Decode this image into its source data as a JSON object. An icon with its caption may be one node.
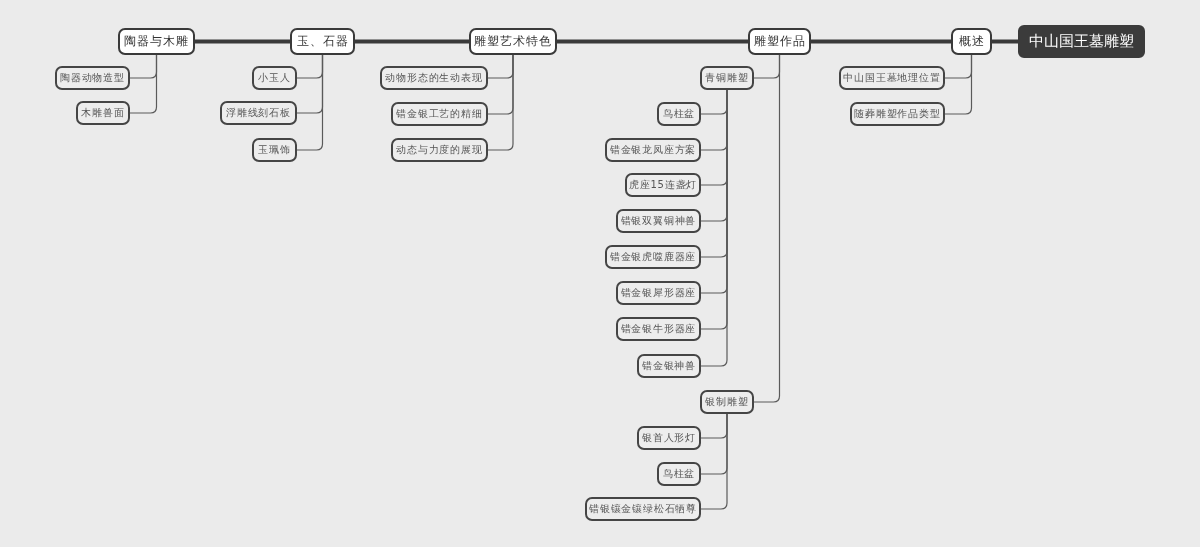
{
  "diagram": {
    "nodes": [
      {
        "text": [
          "中山国王墓雕塑"
        ]
      },
      {
        "text": [
          "概述"
        ]
      },
      {
        "text": [
          "中山国王墓地理位置"
        ]
      },
      {
        "text": [
          "随葬雕塑作品类型"
        ]
      },
      {
        "text": [
          "雕塑作品"
        ]
      },
      {
        "text": [
          "青铜雕塑"
        ]
      },
      {
        "text": [
          "鸟柱盆"
        ]
      },
      {
        "text": [
          "错金银龙凤座方案"
        ]
      },
      {
        "text": [
          "虎座15连盏灯"
        ]
      },
      {
        "text": [
          "错银双翼铜神兽"
        ]
      },
      {
        "text": [
          "错金银虎噬鹿器座"
        ]
      },
      {
        "text": [
          "错金银犀形器座"
        ]
      },
      {
        "text": [
          "错金银牛形器座"
        ]
      },
      {
        "text": [
          "错金银神兽"
        ]
      },
      {
        "text": [
          "银制雕塑"
        ]
      },
      {
        "text": [
          "银首人形灯"
        ]
      },
      {
        "text": [
          "鸟柱盆"
        ]
      },
      {
        "text": [
          "错银镶金镶绿松石牺尊"
        ]
      },
      {
        "text": [
          "雕塑艺术特色"
        ]
      },
      {
        "text": [
          "动物形态的生动表现"
        ]
      },
      {
        "text": [
          "错金银工艺的精细"
        ]
      },
      {
        "text": [
          "动态与力度的展现"
        ]
      },
      {
        "text": [
          "玉、石器"
        ]
      },
      {
        "text": [
          "小玉人"
        ]
      },
      {
        "text": [
          "浮雕线刻石板"
        ]
      },
      {
        "text": [
          "玉珮饰"
        ]
      },
      {
        "text": [
          "陶器与木雕"
        ]
      },
      {
        "text": [
          "陶器动物造型"
        ]
      },
      {
        "text": [
          "木雕兽面"
        ]
      }
    ],
    "edges": [
      {
        "from": 0,
        "to": 1,
        "arrow": "none",
        "style": "thick"
      },
      {
        "from": 1,
        "to": 4,
        "arrow": "none",
        "style": "thick"
      },
      {
        "from": 4,
        "to": 18,
        "arrow": "none",
        "style": "thick"
      },
      {
        "from": 18,
        "to": 22,
        "arrow": "none",
        "style": "thick"
      },
      {
        "from": 22,
        "to": 26,
        "arrow": "none",
        "style": "thick"
      },
      {
        "from": 1,
        "to": 2,
        "arrow": "none"
      },
      {
        "from": 1,
        "to": 3,
        "arrow": "none"
      },
      {
        "from": 4,
        "to": 5,
        "arrow": "none"
      },
      {
        "from": 4,
        "to": 14,
        "arrow": "none"
      },
      {
        "from": 5,
        "to": 6,
        "arrow": "none"
      },
      {
        "from": 5,
        "to": 7,
        "arrow": "none"
      },
      {
        "from": 5,
        "to": 8,
        "arrow": "none"
      },
      {
        "from": 5,
        "to": 9,
        "arrow": "none"
      },
      {
        "from": 5,
        "to": 10,
        "arrow": "none"
      },
      {
        "from": 5,
        "to": 11,
        "arrow": "none"
      },
      {
        "from": 5,
        "to": 12,
        "arrow": "none"
      },
      {
        "from": 5,
        "to": 13,
        "arrow": "none"
      },
      {
        "from": 14,
        "to": 15,
        "arrow": "none"
      },
      {
        "from": 14,
        "to": 16,
        "arrow": "none"
      },
      {
        "from": 14,
        "to": 17,
        "arrow": "none"
      },
      {
        "from": 18,
        "to": 19,
        "arrow": "none"
      },
      {
        "from": 18,
        "to": 20,
        "arrow": "none"
      },
      {
        "from": 18,
        "to": 21,
        "arrow": "none"
      },
      {
        "from": 22,
        "to": 23,
        "arrow": "none"
      },
      {
        "from": 22,
        "to": 24,
        "arrow": "none"
      },
      {
        "from": 22,
        "to": 25,
        "arrow": "none"
      },
      {
        "from": 26,
        "to": 27,
        "arrow": "none"
      },
      {
        "from": 26,
        "to": 28,
        "arrow": "none"
      }
    ]
  }
}
